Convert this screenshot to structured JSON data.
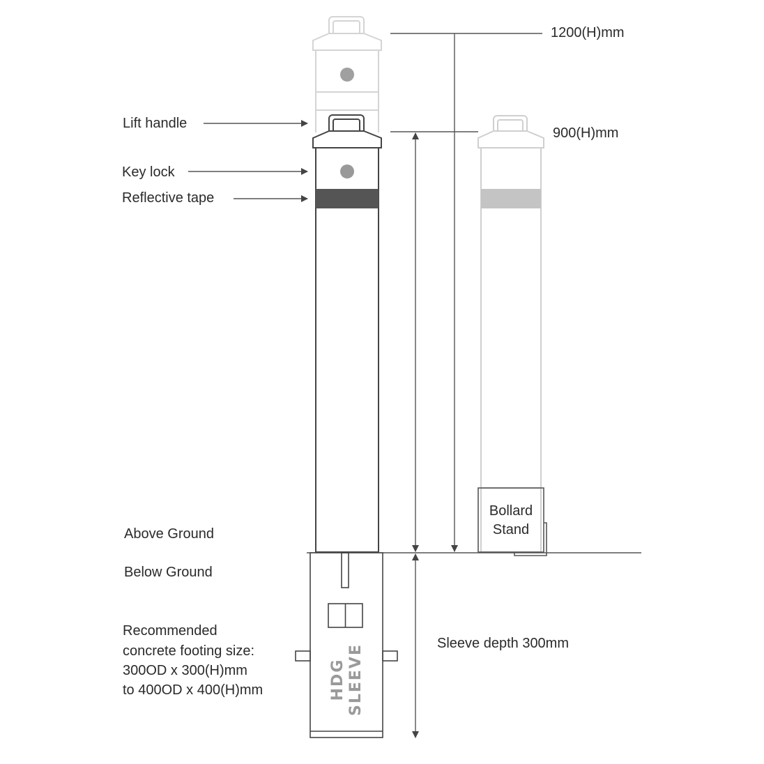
{
  "labels": {
    "lift_handle": "Lift handle",
    "key_lock": "Key lock",
    "reflective_tape": "Reflective tape",
    "above_ground": "Above Ground",
    "below_ground": "Below Ground",
    "footing": [
      "Recommended",
      "concrete footing size:",
      "300OD x 300(H)mm",
      "to 400OD x 400(H)mm"
    ],
    "sleeve_depth": "Sleeve depth 300mm",
    "height_raised": "1200(H)mm",
    "height_standard": "900(H)mm",
    "bollard_stand": [
      "Bollard",
      "Stand"
    ],
    "sleeve_text": [
      "HDG",
      "SLEEVE"
    ]
  },
  "colors": {
    "line": "#555555",
    "ghost": "#d0d0d0",
    "reflective_tape": "#555555",
    "reflective_tape_ghost": "#c4c4c4",
    "lock_dot": "#999999"
  }
}
